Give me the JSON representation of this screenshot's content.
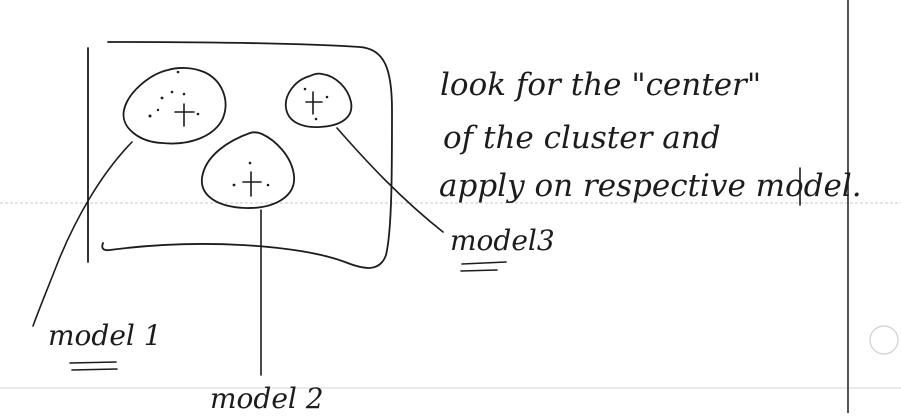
{
  "note": {
    "line1": "look for the \"center\"",
    "line2": "of the cluster and",
    "line3": "apply on respective model."
  },
  "labels": {
    "model1": "model 1",
    "model2": "model 2",
    "model3": "model3"
  },
  "colors": {
    "ink": "#1c1c1c",
    "paper": "#ffffff",
    "guide_line": "#c8c8c8"
  }
}
